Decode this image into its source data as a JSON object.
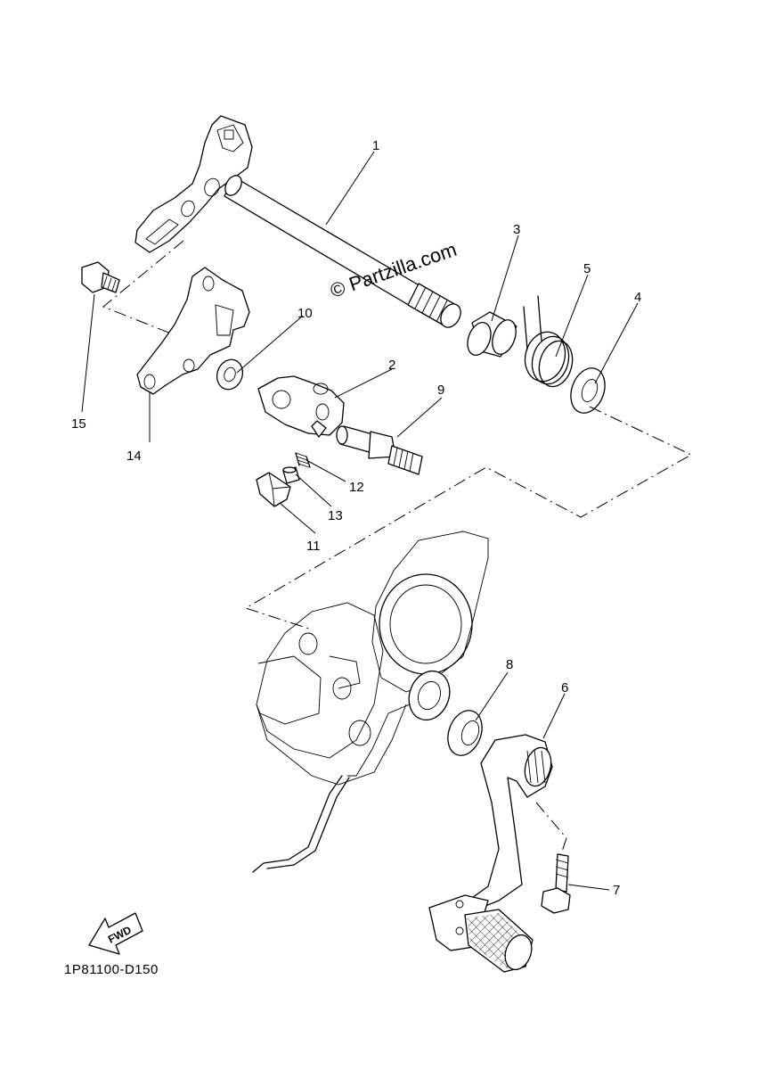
{
  "watermark": "© Partzilla.com",
  "diagram_code": "1P81100-D150",
  "fwd_label": "FWD",
  "callouts": {
    "p1": "1",
    "p2": "2",
    "p3": "3",
    "p4": "4",
    "p5": "5",
    "p6": "6",
    "p7": "7",
    "p8": "8",
    "p9": "9",
    "p10": "10",
    "p11": "11",
    "p12": "12",
    "p13": "13",
    "p14": "14",
    "p15": "15"
  }
}
